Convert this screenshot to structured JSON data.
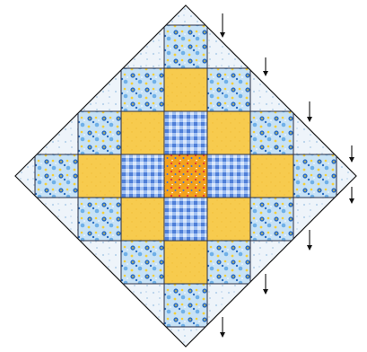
{
  "diagram": {
    "subject": "diagonal-set-quilt-layout",
    "colors": {
      "outline": "#1a1a1a",
      "grid_line": "#2a2f45",
      "setting_triangle_bg": "#eef4fa",
      "setting_triangle_dot": "#b9d3ea",
      "floral_bg": "#c7e2f6",
      "floral_blue": "#2f6fc0",
      "floral_light": "#6fb0e8",
      "floral_yellow": "#f4cf3a",
      "solid_yellow": "#f7cb4e",
      "solid_yellow_tex": "#f2bd37",
      "gingham_light": "#dbe8fb",
      "gingham_mid": "#8db2ee",
      "gingham_dark": "#4f7fd8",
      "dot_orange": "#f3a21d",
      "dot_red": "#e0333c",
      "dot_blue": "#3e6fd6",
      "arrow": "#111111"
    },
    "fabrics": [
      "floral",
      "yellow",
      "gingham",
      "dot-center",
      "setting-triangle"
    ],
    "rows": [
      [
        "floral"
      ],
      [
        "floral",
        "yellow",
        "floral"
      ],
      [
        "floral",
        "yellow",
        "gingham",
        "yellow",
        "floral"
      ],
      [
        "floral",
        "yellow",
        "gingham",
        "dot-center",
        "gingham",
        "yellow",
        "floral"
      ],
      [
        "floral",
        "yellow",
        "gingham",
        "yellow",
        "floral"
      ],
      [
        "floral",
        "yellow",
        "floral"
      ],
      [
        "floral"
      ]
    ],
    "row_arrows": [
      {
        "row": 1,
        "direction": "down"
      },
      {
        "row": 2,
        "direction": "down"
      },
      {
        "row": 3,
        "direction": "down"
      },
      {
        "row": 4,
        "direction": "down"
      },
      {
        "row": 5,
        "direction": "down"
      },
      {
        "row": 6,
        "direction": "down"
      },
      {
        "row": 7,
        "direction": "down"
      },
      {
        "row": 8,
        "direction": "down"
      }
    ],
    "arrow_icon": "arrow-down-icon"
  }
}
